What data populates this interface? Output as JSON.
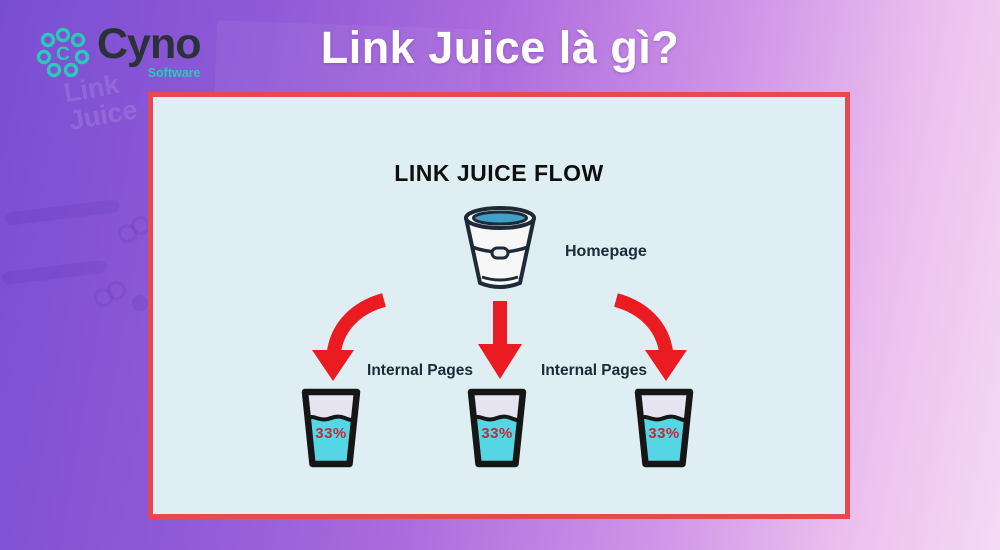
{
  "header": {
    "logo": {
      "name": "Cyno",
      "subtitle": "Software"
    },
    "title": "Link Juice là gì?"
  },
  "watermark": {
    "text": "Link Juice"
  },
  "diagram": {
    "title": "LINK JUICE FLOW",
    "homepage_label": "Homepage",
    "internal_pages_labels": [
      "Internal Pages",
      "Internal Pages"
    ],
    "glasses": [
      {
        "percent": "33%"
      },
      {
        "percent": "33%"
      },
      {
        "percent": "33%"
      }
    ],
    "colors": {
      "panel_border": "#e8484f",
      "panel_bg": "#dfeef3",
      "arrow_red": "#ea1b21",
      "water_cyan": "#55d6e4",
      "empty_glass": "#e6e4f1",
      "glass_outline": "#161616",
      "bucket_outline": "#1e2a38",
      "bucket_water_blue": "#3fa0c8",
      "percent_red": "#c5293c",
      "label_navy": "#1b2a38",
      "logo_dark": "#2b3138",
      "logo_teal": "#2bc9b7"
    }
  }
}
